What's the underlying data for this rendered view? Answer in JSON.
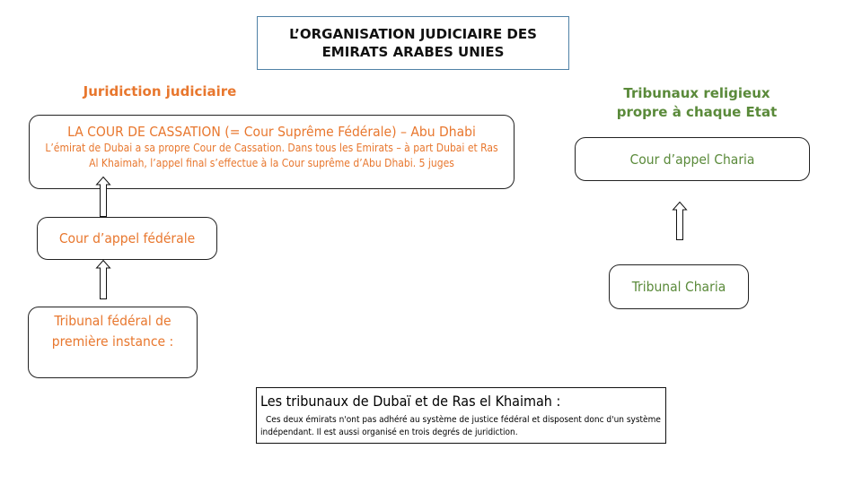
{
  "title": {
    "line1": "L’ORGANISATION JUDICIAIRE DES",
    "line2": "EMIRATS ARABES UNIES"
  },
  "left_column": {
    "heading": "Juridiction judiciaire",
    "cassation": {
      "title": "LA COUR DE CASSATION (= Cour Suprême Fédérale) – Abu Dhabi",
      "description": "L’émirat de Dubai a sa propre Cour de Cassation. Dans tous les Emirats – à part Dubai et Ras Al Khaimah, l’appel final s’effectue à la Cour suprême d’Abu Dhabi. 5 juges"
    },
    "appeal_court": "Cour d’appel fédérale",
    "first_instance": {
      "line1": "Tribunal fédéral de",
      "line2": "première instance :"
    }
  },
  "right_column": {
    "heading": {
      "line1": "Tribunaux religieux",
      "line2": "propre à chaque Etat"
    },
    "appeal_court": "Cour d’appel Charia",
    "tribunal": "Tribunal Charia"
  },
  "note": {
    "title": "Les tribunaux de Dubaï et de Ras el Khaimah :",
    "body": "Ces deux émirats n'ont pas adhéré au système de justice fédéral et disposent donc d'un système indépendant. Il est aussi organisé en trois degrés de juridiction."
  },
  "colors": {
    "federal": "#e8772e",
    "religious": "#5a8a3a",
    "title_border": "#4f81a6"
  }
}
